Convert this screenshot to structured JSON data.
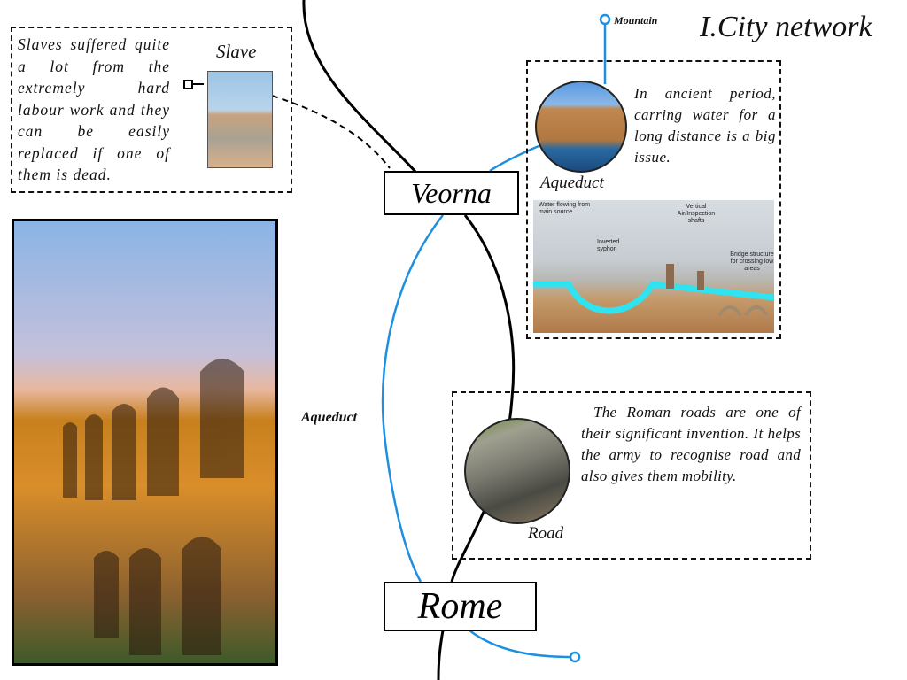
{
  "title": "I.City network",
  "mountain_label": "Mountain",
  "aqueduct_side_label": "Aqueduct",
  "cities": {
    "veorna": "Veorna",
    "rome": "Rome"
  },
  "slave": {
    "label": "Slave",
    "text": "Slaves suffered quite a lot from the extremely hard labour work and they  can be easily replaced if  one of them is dead."
  },
  "aqueduct_box": {
    "label": "Aqueduct",
    "text": "In ancient period, carring water for a long distance is a big issue.",
    "diagram_labels": {
      "source": "Water flowing from main source",
      "syphon": "Inverted syphon",
      "shafts": "Vertical Air/Inspection shafts",
      "bridge": "Bridge structure for crossing low areas"
    }
  },
  "road_box": {
    "label": "Road",
    "text": "The Roman roads are one of their significant invention. It helps the army to recognise road and also gives them mobility."
  },
  "colors": {
    "aqueduct_line": "#1e8fe0",
    "road_line": "#000000"
  }
}
